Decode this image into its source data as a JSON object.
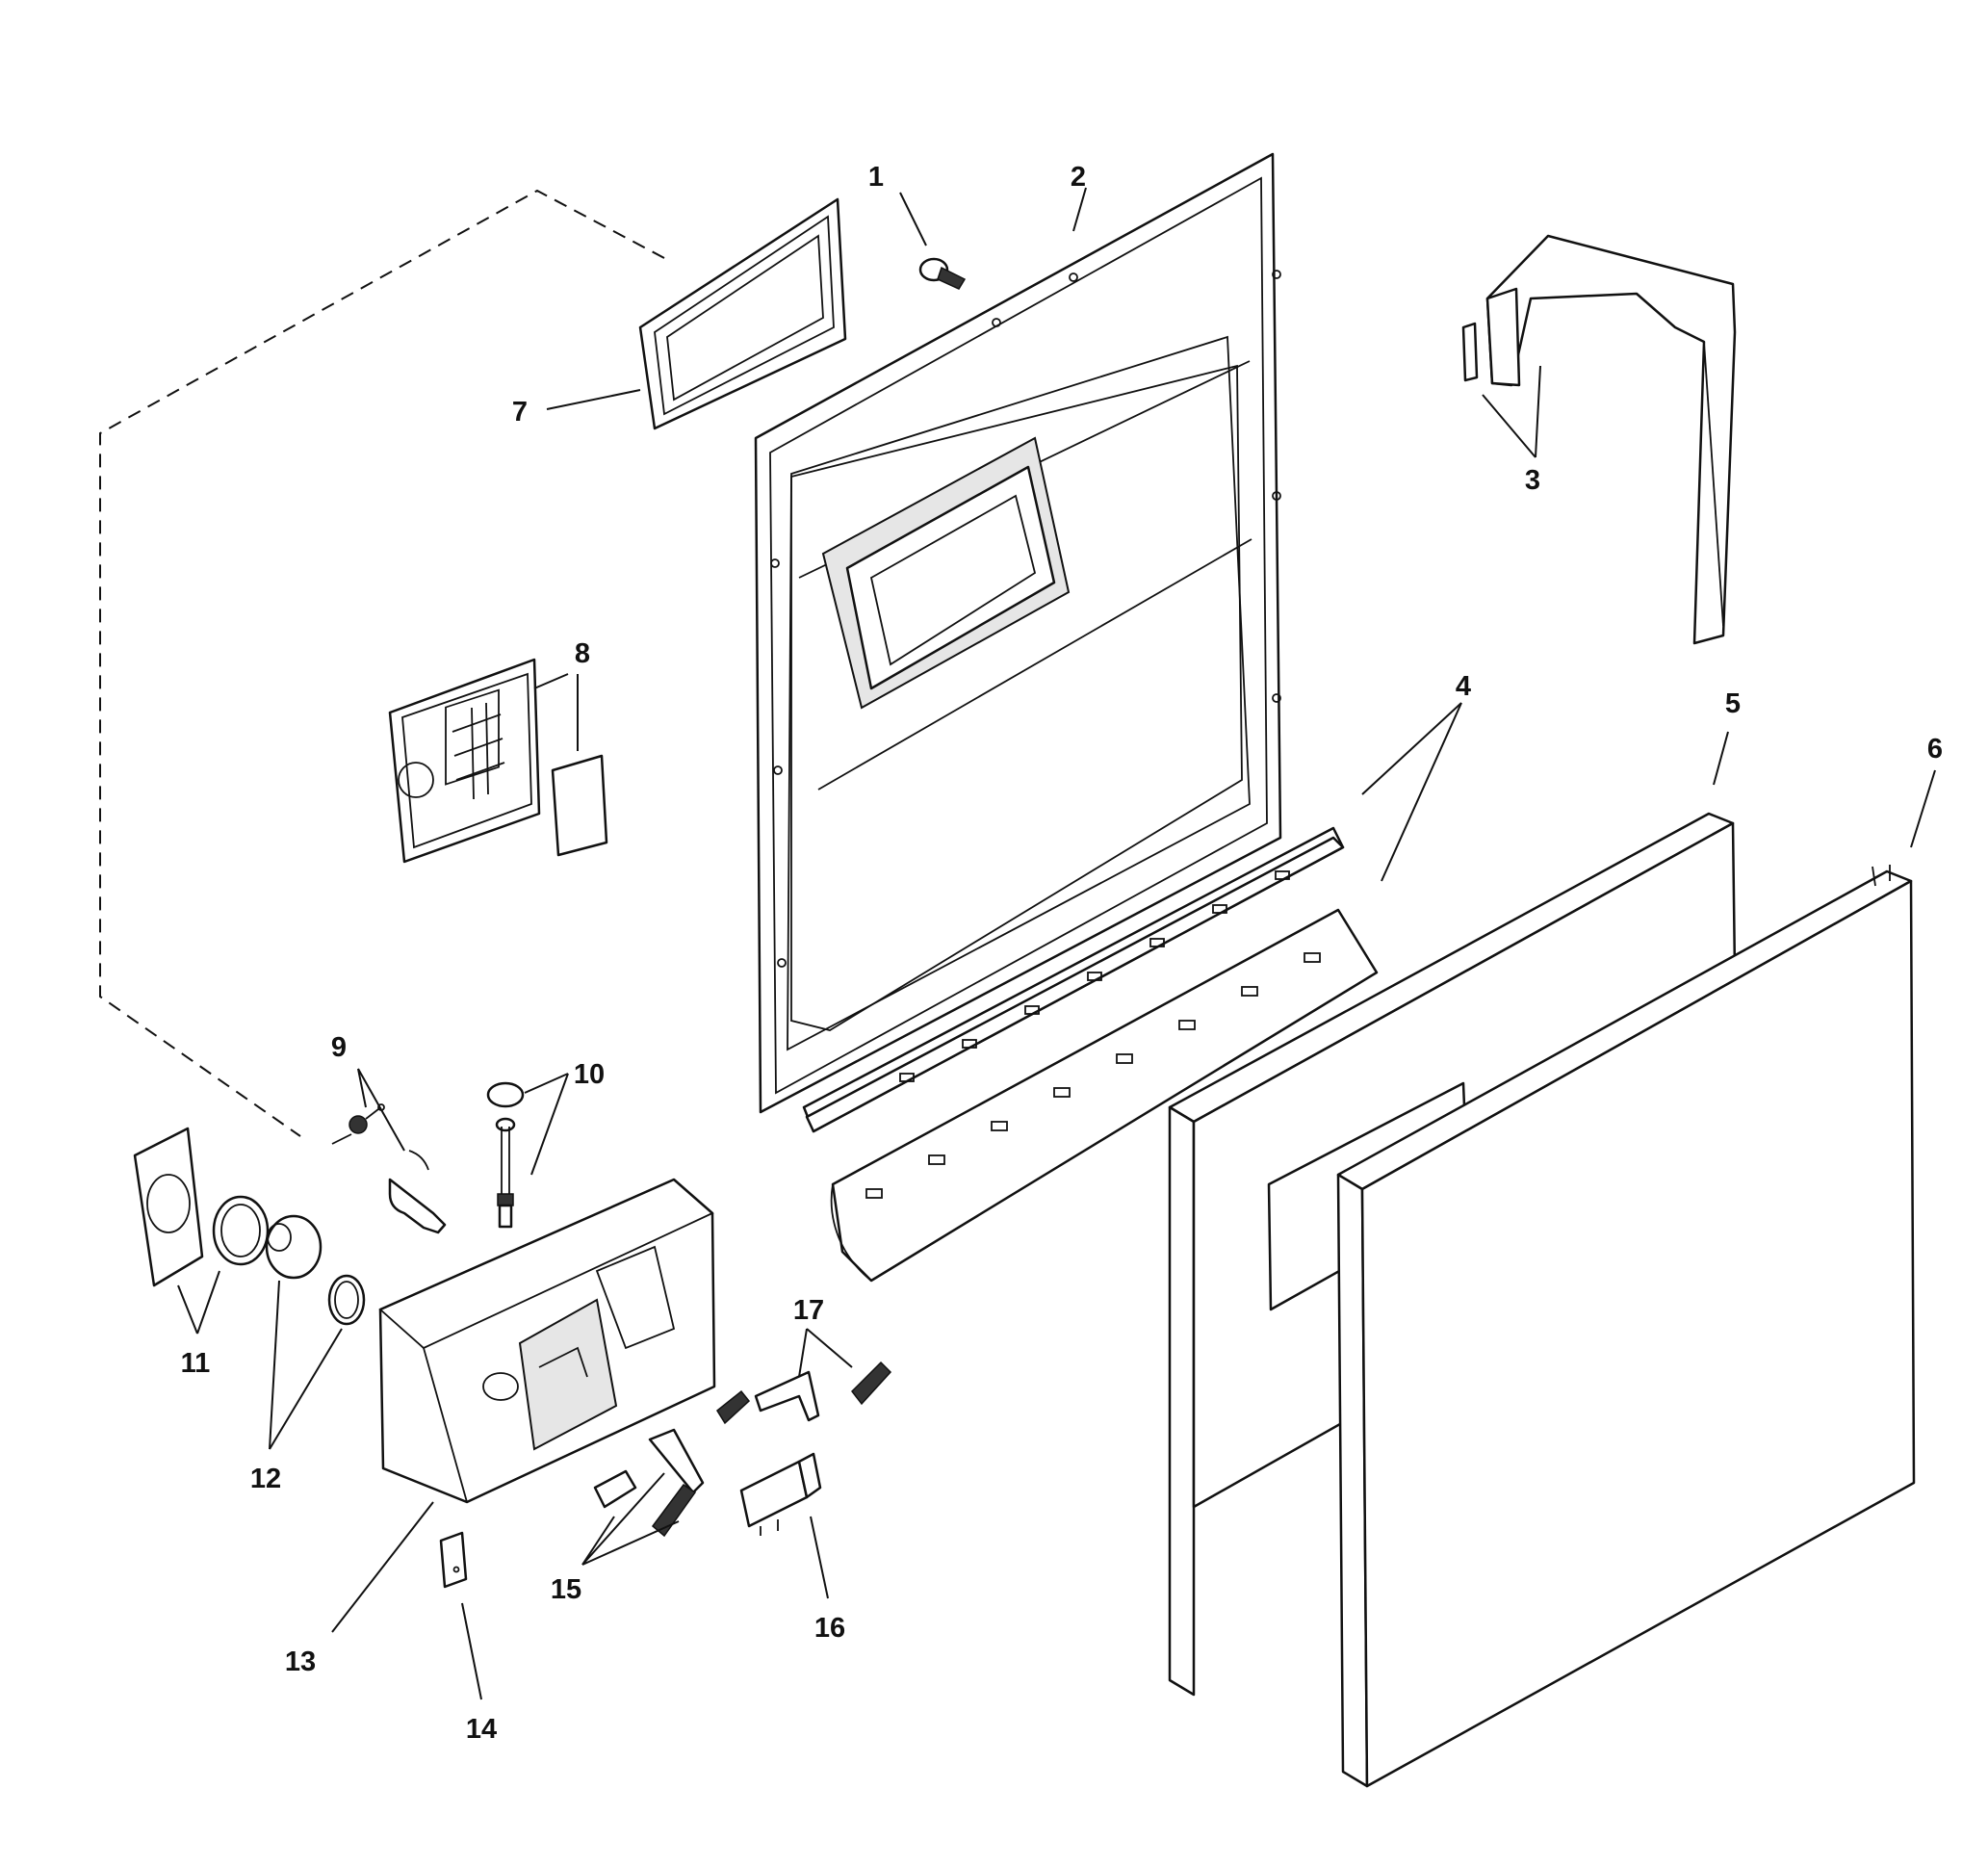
{
  "diagram": {
    "labels": [
      {
        "id": "1",
        "text": "1"
      },
      {
        "id": "2",
        "text": "2"
      },
      {
        "id": "3",
        "text": "3"
      },
      {
        "id": "4",
        "text": "4"
      },
      {
        "id": "5",
        "text": "5"
      },
      {
        "id": "6",
        "text": "6"
      },
      {
        "id": "7",
        "text": "7"
      },
      {
        "id": "8",
        "text": "8"
      },
      {
        "id": "9",
        "text": "9"
      },
      {
        "id": "10",
        "text": "10"
      },
      {
        "id": "11",
        "text": "11"
      },
      {
        "id": "12",
        "text": "12"
      },
      {
        "id": "13",
        "text": "13"
      },
      {
        "id": "14",
        "text": "14"
      },
      {
        "id": "15",
        "text": "15"
      },
      {
        "id": "16",
        "text": "16"
      },
      {
        "id": "17",
        "text": "17"
      }
    ]
  }
}
